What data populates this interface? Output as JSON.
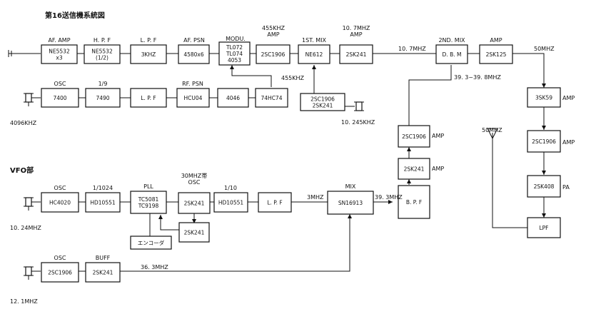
{
  "title": "第16送信機系統図",
  "vfo_title": "VFO部",
  "blocks": [
    {
      "id": "af_amp",
      "lines": [
        "NE5532",
        "x3"
      ],
      "top_label": "AF. AMP"
    },
    {
      "id": "hpf",
      "lines": [
        "NE5532",
        "(1/2)"
      ],
      "top_label": "H. P. F"
    },
    {
      "id": "lpf1",
      "lines": [
        "3KHZ"
      ],
      "top_label": "L. P. F"
    },
    {
      "id": "af_psn",
      "lines": [
        "4580x6"
      ],
      "top_label": "AF. PSN"
    },
    {
      "id": "modu",
      "lines": [
        "TL072",
        "TL074",
        "4053"
      ],
      "top_label": "MODU."
    },
    {
      "id": "amp455",
      "lines": [
        "2SC1906"
      ],
      "top_label": "455KHZ AMP"
    },
    {
      "id": "mix1",
      "lines": [
        "NE612"
      ],
      "top_label": "1ST. MIX"
    },
    {
      "id": "amp107",
      "lines": [
        "2SK241"
      ],
      "top_label": "10. 7MHZ AMP"
    },
    {
      "id": "dbm",
      "lines": [
        "D. B. M"
      ],
      "top_label": "2ND. MIX"
    },
    {
      "id": "amp_top",
      "lines": [
        "2SK125"
      ],
      "top_label": "AMP"
    },
    {
      "id": "osc1",
      "lines": [
        "7400"
      ],
      "top_label": "OSC"
    },
    {
      "id": "div9",
      "lines": [
        "7490"
      ],
      "top_label": "1/9"
    },
    {
      "id": "lpf2",
      "lines": [
        "L. P. F"
      ],
      "top_label": ""
    },
    {
      "id": "rf_psn",
      "lines": [
        "HCU04"
      ],
      "top_label": "RF. PSN"
    },
    {
      "id": "b4046",
      "lines": [
        "4046"
      ],
      "top_label": ""
    },
    {
      "id": "b74hc74",
      "lines": [
        "74HC74"
      ],
      "top_label": ""
    },
    {
      "id": "lo_osc",
      "lines": [
        "2SC1906",
        "2SK241"
      ],
      "top_label": ""
    },
    {
      "id": "amp_3sk59",
      "lines": [
        "3SK59"
      ],
      "top_label": ""
    },
    {
      "id": "amp_2sc1906",
      "lines": [
        "2SC1906"
      ],
      "top_label": ""
    },
    {
      "id": "pa_2sk408",
      "lines": [
        "2SK408"
      ],
      "top_label": ""
    },
    {
      "id": "lpf_out",
      "lines": [
        "LPF"
      ],
      "top_label": ""
    },
    {
      "id": "amp_2sc_mid",
      "lines": [
        "2SC1906"
      ],
      "top_label": ""
    },
    {
      "id": "amp_2sk_mid",
      "lines": [
        "2SK241"
      ],
      "top_label": ""
    },
    {
      "id": "bpf",
      "lines": [
        "B. P. F"
      ],
      "top_label": ""
    },
    {
      "id": "vfo_osc",
      "lines": [
        "HC4020"
      ],
      "top_label": "OSC"
    },
    {
      "id": "vfo_div",
      "lines": [
        "HD10551"
      ],
      "top_label": "1/1024"
    },
    {
      "id": "pll",
      "lines": [
        "TC5081",
        "TC9198"
      ],
      "top_label": "PLL"
    },
    {
      "id": "osc30",
      "lines": [
        "2SK241"
      ],
      "top_label": "30MHZ帯 OSC"
    },
    {
      "id": "div10",
      "lines": [
        "HD10551"
      ],
      "top_label": "1/10"
    },
    {
      "id": "vfo_lpf",
      "lines": [
        "L. P. F"
      ],
      "top_label": ""
    },
    {
      "id": "vfo_mix",
      "lines": [
        "SN16913"
      ],
      "top_label": "MIX"
    },
    {
      "id": "buf_2sk",
      "lines": [
        "2SK241"
      ],
      "top_label": ""
    },
    {
      "id": "encoder",
      "lines": [
        "エンコーダ"
      ],
      "top_label": ""
    },
    {
      "id": "osc12",
      "lines": [
        "2SC1906"
      ],
      "top_label": "OSC"
    },
    {
      "id": "buff",
      "lines": [
        "2SK241"
      ],
      "top_label": "BUFF"
    }
  ],
  "side_labels": {
    "amp_3sk59": "AMP",
    "amp_2sc1906": "AMP",
    "pa_2sk408": "PA",
    "amp_2sc_mid": "AMP",
    "amp_2sk_mid": "AMP"
  },
  "signal_labels": {
    "f107": "10. 7MHZ",
    "f50": "50MHZ",
    "f393": "39. 3~39. 8MHZ",
    "f455": "455KHZ",
    "f4096": "4096KHZ",
    "f10245": "10. 245KHZ",
    "ant50": "50MHZ",
    "f3": "3MHZ",
    "f393b": "39. 3MHZ",
    "f1024": "10. 24MHZ",
    "f363": "36. 3MHZ",
    "f121": "12. 1MHZ"
  }
}
